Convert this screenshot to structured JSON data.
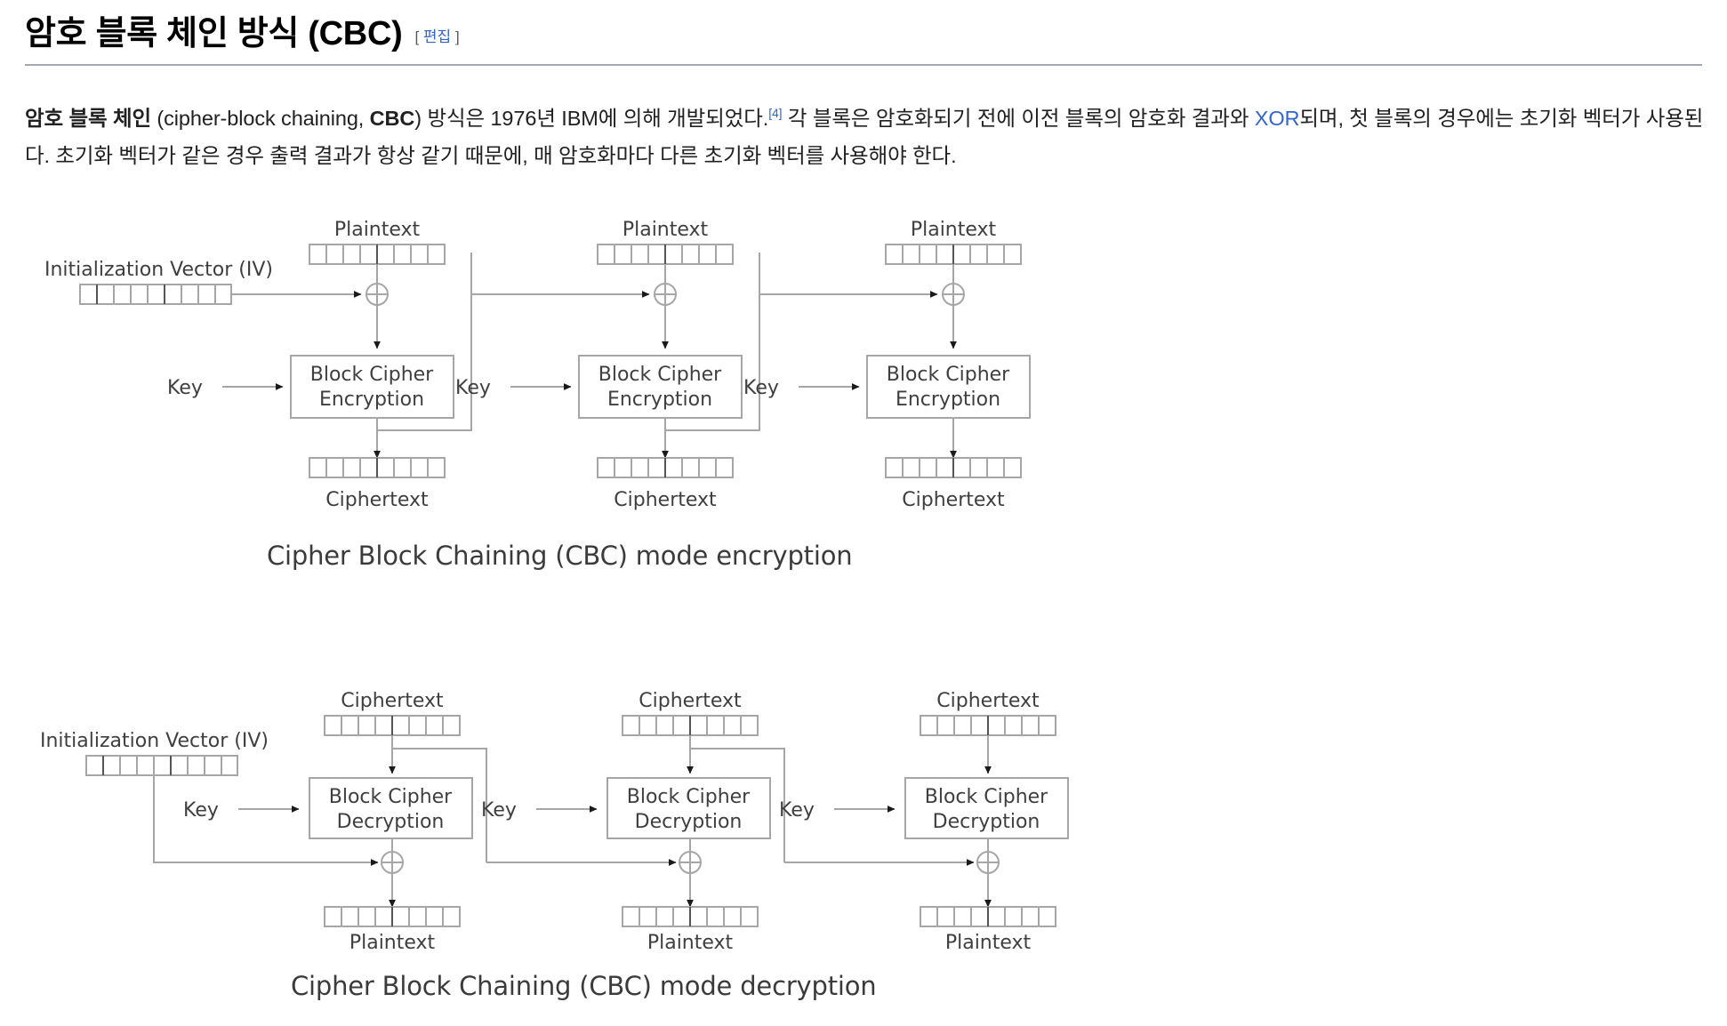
{
  "heading": {
    "title": "암호 블록 체인 방식 (CBC)",
    "edit_open": "[",
    "edit_label": "편집",
    "edit_close": "]"
  },
  "paragraph": {
    "lead_bold": "암호 블록 체인",
    "part1": " (cipher-block chaining, ",
    "abbr_bold": "CBC",
    "part2": ") 방식은 1976년 IBM에 의해 개발되었다.",
    "ref": "[4]",
    "part3": " 각 블록은 암호화되기 전에 이전 블록의 암호화 결과와 ",
    "xor_link": "XOR",
    "part4": "되며, 첫 블록의 경우에는 초기화 벡터가 사용된다. 초기화 벡터가 같은 경우 출력 결과가 항상 같기 때문에, 매 암호화마다 다른 초기화 벡터를 사용해야 한다."
  },
  "figures": {
    "encryption": {
      "caption": "Cipher Block Chaining (CBC) mode encryption",
      "iv_label": "Initialization Vector (IV)",
      "input_label": "Plaintext",
      "output_label": "Ciphertext",
      "key_label": "Key",
      "cipher_line1": "Block Cipher",
      "cipher_line2": "Encryption",
      "xor_symbol": "⊕",
      "block_count": 3,
      "byte_cells": 8,
      "iv_cells": 9
    },
    "decryption": {
      "caption": "Cipher Block Chaining (CBC) mode decryption",
      "iv_label": "Initialization Vector (IV)",
      "input_label": "Ciphertext",
      "output_label": "Plaintext",
      "key_label": "Key",
      "cipher_line1": "Block Cipher",
      "cipher_line2": "Decryption",
      "xor_symbol": "⊕",
      "block_count": 3,
      "byte_cells": 8,
      "iv_cells": 9
    }
  },
  "colors": {
    "link": "#3366cc",
    "text": "#202122",
    "rule": "#a2a9b1",
    "diagram_stroke": "#a6a6a6",
    "diagram_text": "#3f3f3f",
    "background": "#ffffff"
  }
}
